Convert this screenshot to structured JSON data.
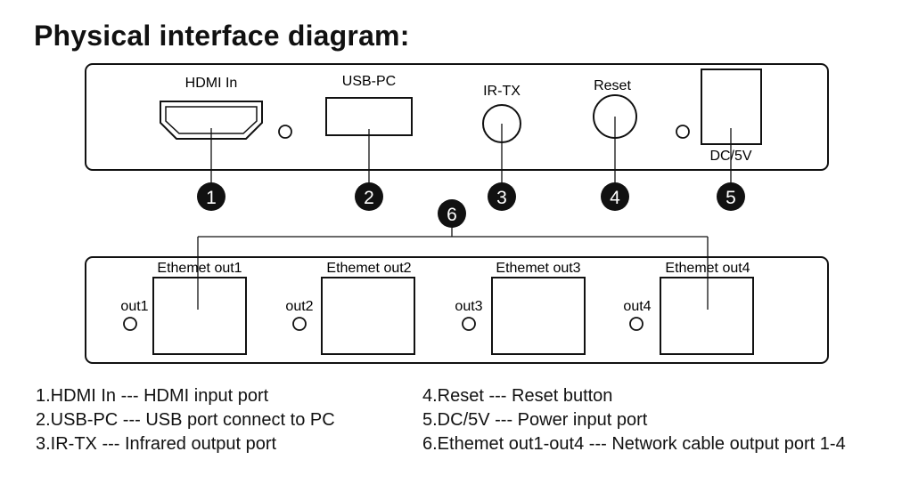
{
  "title": "Physical interface diagram:",
  "top_panel": {
    "hdmi_in": "HDMI In",
    "usb_pc": "USB-PC",
    "ir_tx": "IR-TX",
    "reset": "Reset",
    "dc_5v": "DC/5V"
  },
  "bottom_panel": {
    "ports": [
      {
        "name": "Ethemet out1",
        "led": "out1"
      },
      {
        "name": "Ethemet out2",
        "led": "out2"
      },
      {
        "name": "Ethemet out3",
        "led": "out3"
      },
      {
        "name": "Ethemet out4",
        "led": "out4"
      }
    ]
  },
  "callouts": [
    "1",
    "2",
    "3",
    "4",
    "5",
    "6"
  ],
  "legend": {
    "left": [
      "1.HDMI In --- HDMI input port",
      "2.USB-PC --- USB port connect to PC",
      "3.IR-TX --- Infrared output port"
    ],
    "right": [
      "4.Reset --- Reset button",
      "5.DC/5V --- Power input port",
      "6.Ethemet out1-out4 --- Network cable output port 1-4"
    ]
  }
}
